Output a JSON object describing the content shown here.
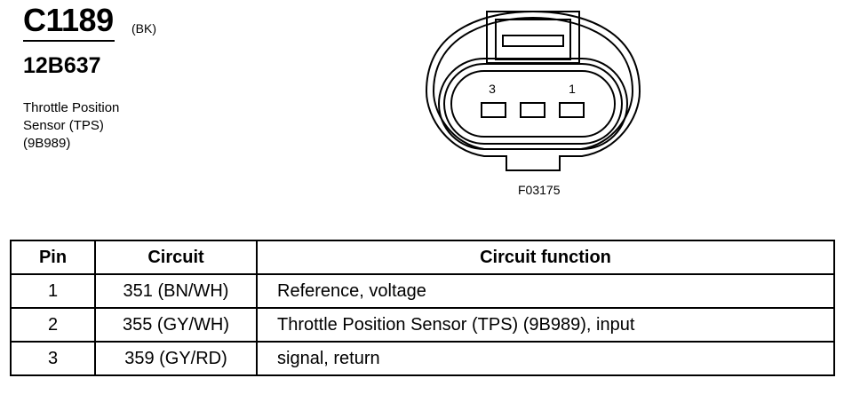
{
  "connector": {
    "id": "C1189",
    "color_code": "(BK)",
    "part_number": "12B637",
    "description_lines": [
      "Throttle Position",
      "Sensor (TPS)",
      "(9B989)"
    ]
  },
  "figure": {
    "id": "F03175",
    "pin_labels": {
      "left": "3",
      "right": "1"
    }
  },
  "table": {
    "headers": [
      "Pin",
      "Circuit",
      "Circuit function"
    ],
    "rows": [
      {
        "pin": "1",
        "circuit": "351 (BN/WH)",
        "function": "Reference, voltage"
      },
      {
        "pin": "2",
        "circuit": "355 (GY/WH)",
        "function": "Throttle Position Sensor (TPS) (9B989), input"
      },
      {
        "pin": "3",
        "circuit": "359 (GY/RD)",
        "function": "signal, return"
      }
    ]
  }
}
